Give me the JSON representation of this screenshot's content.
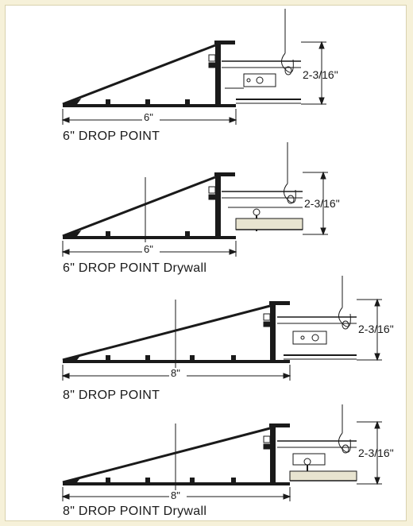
{
  "panels": [
    {
      "caption": "6\" DROP POINT",
      "width_label": "6\"",
      "height_label": "2-3/16\""
    },
    {
      "caption": "6\" DROP POINT Drywall",
      "width_label": "6\"",
      "height_label": "2-3/16\""
    },
    {
      "caption": "8\" DROP POINT",
      "width_label": "8\"",
      "height_label": "2-3/16\""
    },
    {
      "caption": "8\" DROP POINT Drywall",
      "width_label": "8\"",
      "height_label": "2-3/16\""
    }
  ],
  "colors": {
    "background": "#f6f1d9",
    "line": "#1a1a1a",
    "panel": "#ffffff",
    "concrete": "#e8e4d0"
  }
}
